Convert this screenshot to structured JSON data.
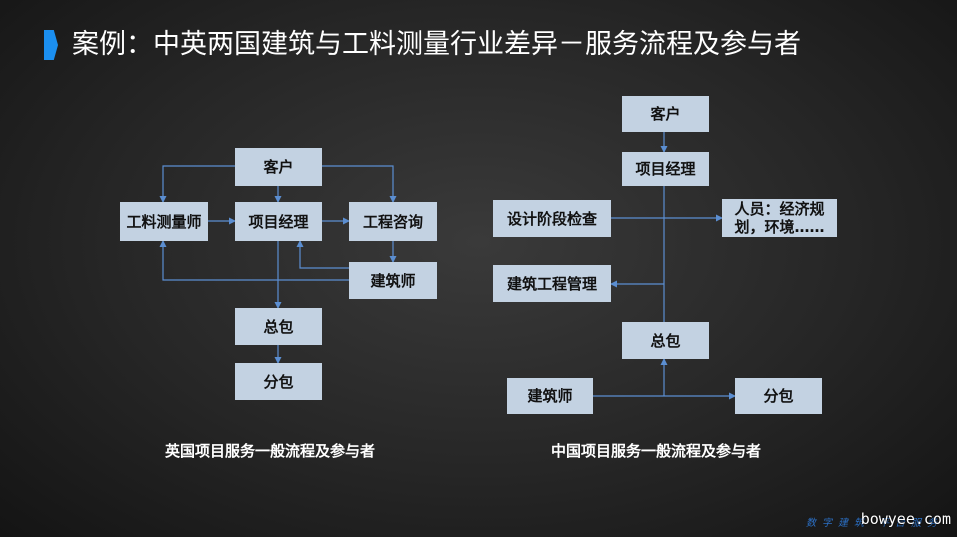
{
  "title": "案例：中英两国建筑与工料测量行业差异－服务流程及参与者",
  "uk": {
    "client": "客户",
    "qs": "工料测量师",
    "pm": "项目经理",
    "consult": "工程咨询",
    "architect": "建筑师",
    "main_contractor": "总包",
    "sub_contractor": "分包",
    "caption": "英国项目服务一般流程及参与者"
  },
  "cn": {
    "client": "客户",
    "pm": "项目经理",
    "design_check": "设计阶段检查",
    "staff": "人员：经济规划，环境……",
    "construction_mgmt": "建筑工程管理",
    "main_contractor": "总包",
    "architect": "建筑师",
    "sub_contractor": "分包",
    "caption": "中国项目服务一般流程及参与者"
  },
  "footer": {
    "slogan": "数字建筑 平台服务",
    "watermark": "bowyee.com"
  },
  "colors": {
    "background": "#262626",
    "box_fill": "#c3d2e2",
    "connector": "#5b8ed1",
    "accent": "#1b8ff0"
  }
}
